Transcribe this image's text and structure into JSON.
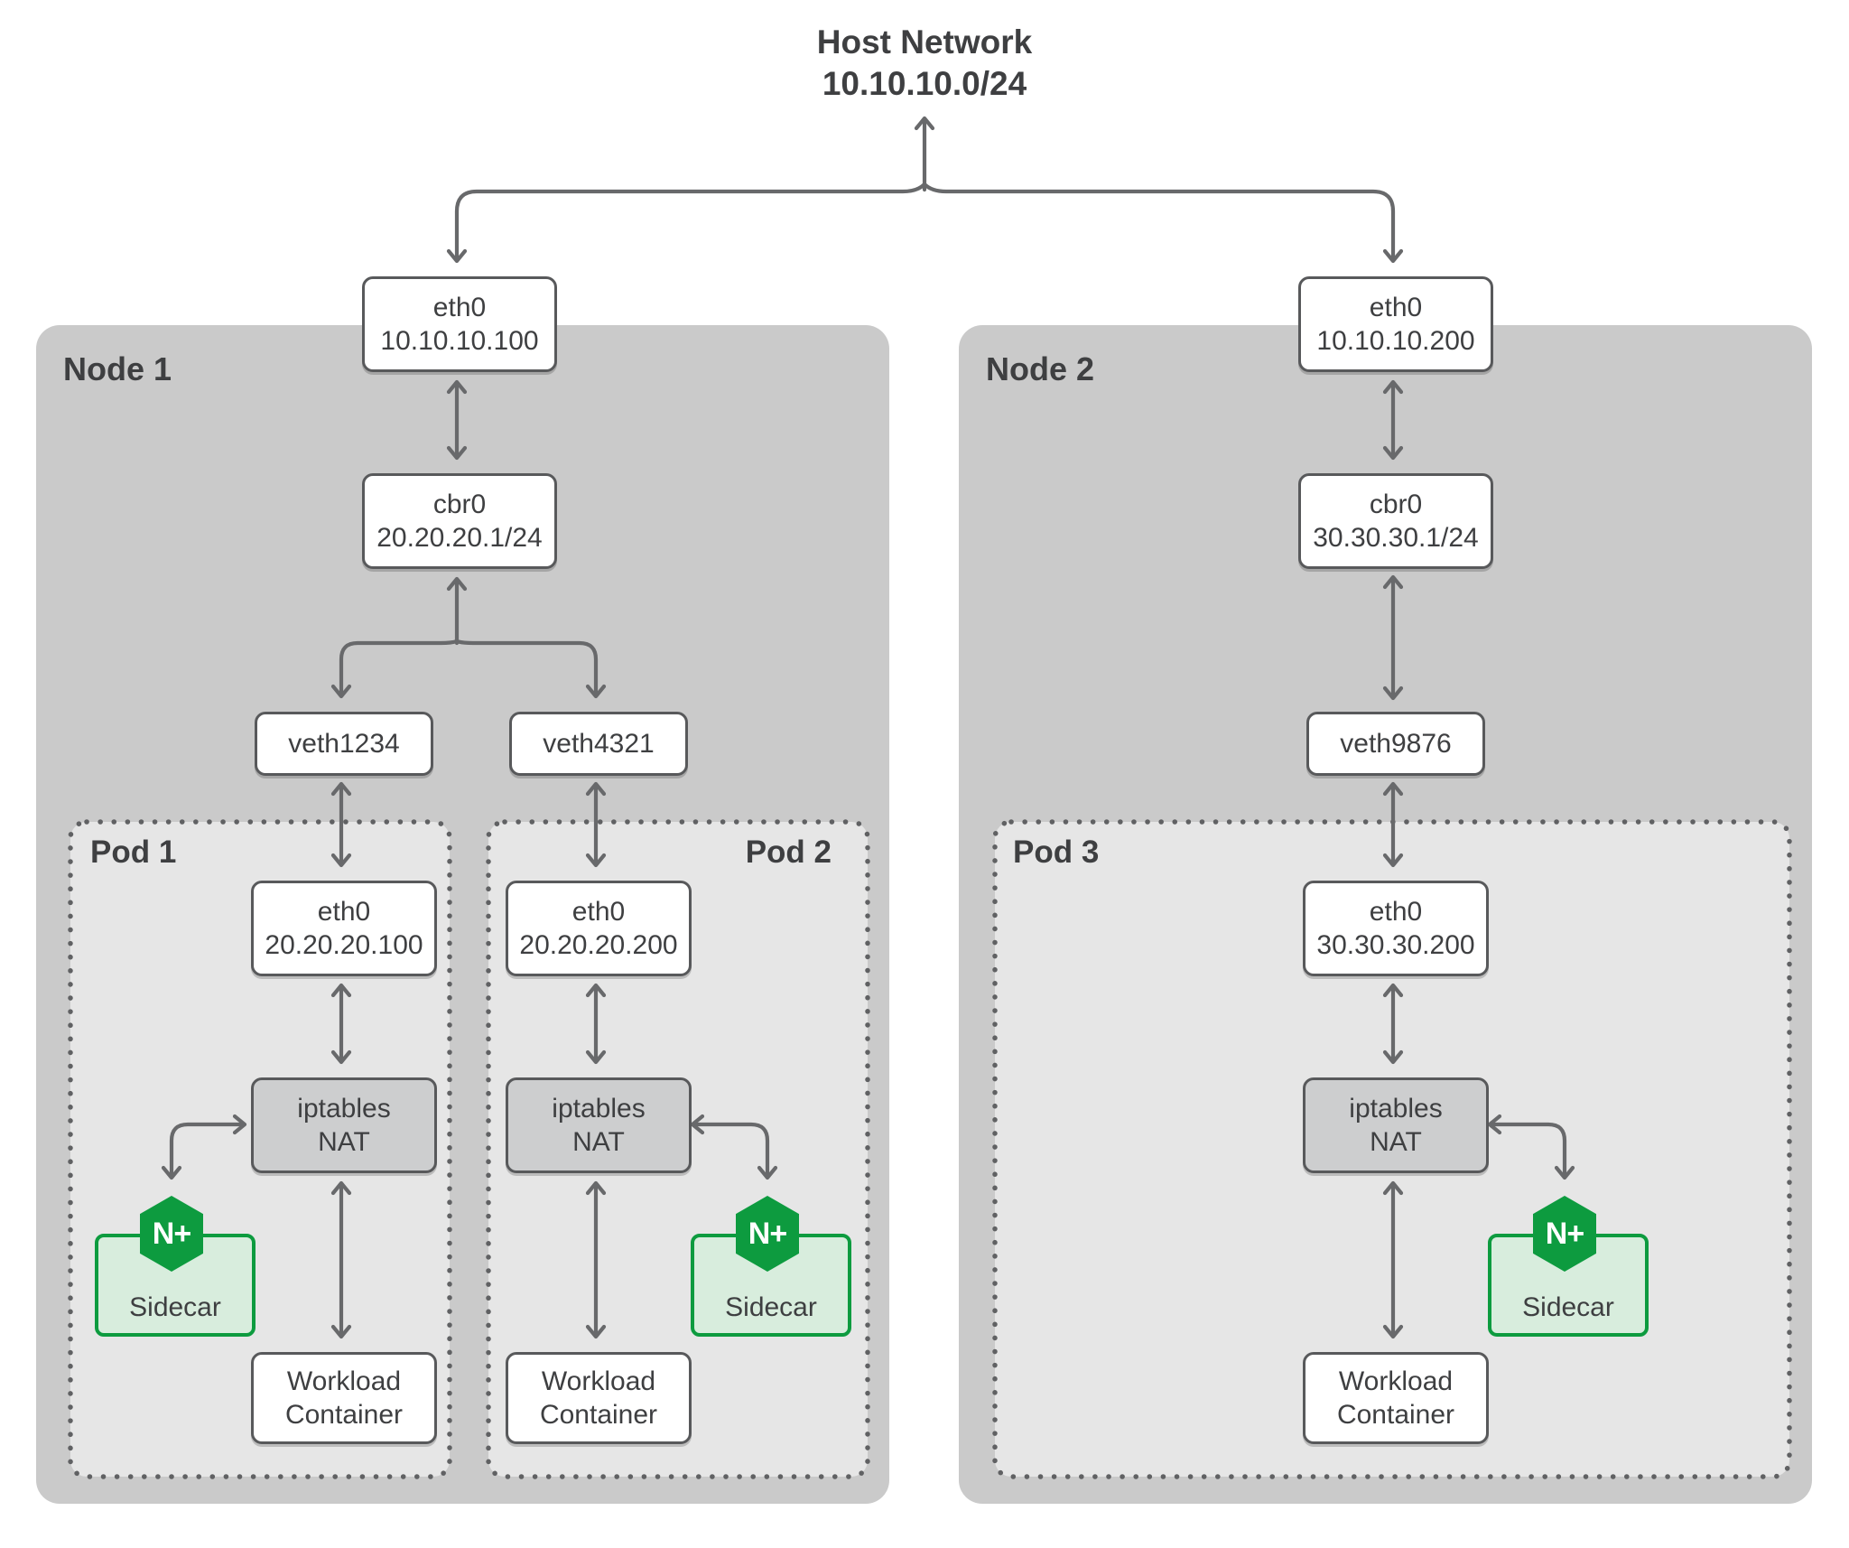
{
  "host_network": {
    "title": "Host Network",
    "cidr": "10.10.10.0/24"
  },
  "nodes": [
    {
      "label": "Node 1",
      "eth0": {
        "device": "eth0",
        "address": "10.10.10.100"
      },
      "bridge": {
        "device": "cbr0",
        "address": "20.20.20.1/24"
      },
      "veths": [
        "veth1234",
        "veth4321"
      ]
    },
    {
      "label": "Node 2",
      "eth0": {
        "device": "eth0",
        "address": "10.10.10.200"
      },
      "bridge": {
        "device": "cbr0",
        "address": "30.30.30.1/24"
      },
      "veths": [
        "veth9876"
      ]
    }
  ],
  "pods": [
    {
      "label": "Pod 1",
      "eth0": {
        "device": "eth0",
        "address": "20.20.20.100"
      },
      "nat": {
        "line1": "iptables",
        "line2": "NAT"
      },
      "sidecar": {
        "logo_text": "N+",
        "label": "Sidecar"
      },
      "workload": {
        "line1": "Workload",
        "line2": "Container"
      }
    },
    {
      "label": "Pod 2",
      "eth0": {
        "device": "eth0",
        "address": "20.20.20.200"
      },
      "nat": {
        "line1": "iptables",
        "line2": "NAT"
      },
      "sidecar": {
        "logo_text": "N+",
        "label": "Sidecar"
      },
      "workload": {
        "line1": "Workload",
        "line2": "Container"
      }
    },
    {
      "label": "Pod 3",
      "eth0": {
        "device": "eth0",
        "address": "30.30.30.200"
      },
      "nat": {
        "line1": "iptables",
        "line2": "NAT"
      },
      "sidecar": {
        "logo_text": "N+",
        "label": "Sidecar"
      },
      "workload": {
        "line1": "Workload",
        "line2": "Container"
      }
    }
  ],
  "colors": {
    "node_fill": "#cacaca",
    "pod_fill": "#e6e6e6",
    "pod_dot_border": "#606163",
    "box_border": "#58595b",
    "nat_fill": "#cdcecf",
    "arrow": "#68696b",
    "text": "#3e3f41",
    "nginx_green": "#0d9b3f",
    "sidecar_fill": "#d8eddd"
  }
}
